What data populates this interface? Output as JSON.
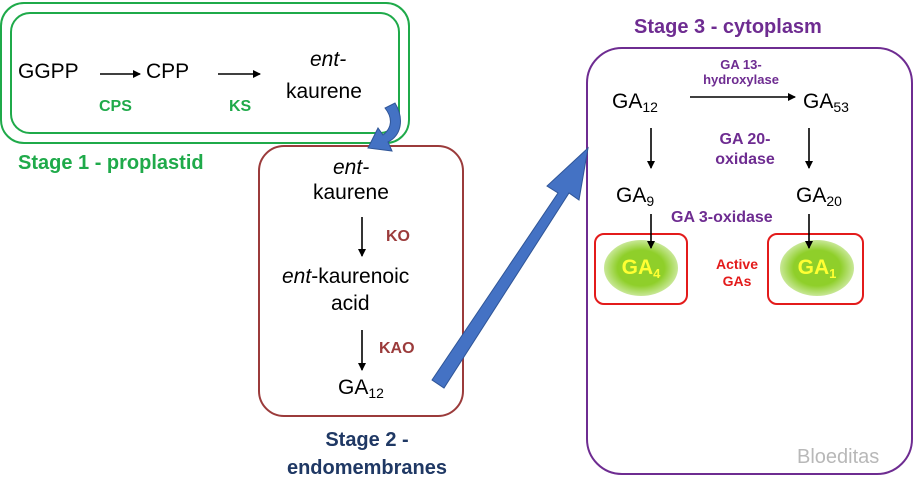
{
  "stage1": {
    "title": "Stage 1 - proplastid",
    "ggpp": "GGPP",
    "cpp": "CPP",
    "ent": "ent-",
    "kaurene": "kaurene",
    "enzyme_cps": "CPS",
    "enzyme_ks": "KS"
  },
  "stage2": {
    "title_line1": "Stage 2 -",
    "title_line2": "endomembranes",
    "ent": "ent-",
    "kaurene": "kaurene",
    "enzyme_ko": "KO",
    "kaurenoic_ent": "ent",
    "kaurenoic_rest": "-kaurenoic",
    "acid": "acid",
    "ga12_base": "GA",
    "ga12_sub": "12",
    "enzyme_kao": "KAO"
  },
  "stage3": {
    "title": "Stage 3 - cytoplasm",
    "ga12_base": "GA",
    "ga12_sub": "12",
    "ga53_base": "GA",
    "ga53_sub": "53",
    "ga9_base": "GA",
    "ga9_sub": "9",
    "ga20_base": "GA",
    "ga20_sub": "20",
    "ga4_base": "GA",
    "ga4_sub": "4",
    "ga1_base": "GA",
    "ga1_sub": "1",
    "enzyme_13_line1": "GA 13-",
    "enzyme_13_line2": "hydroxylase",
    "enzyme_20_line1": "GA 20-",
    "enzyme_20_line2": "oxidase",
    "enzyme_3ox": "GA 3-oxidase",
    "active_line1": "Active",
    "active_line2": "GAs"
  },
  "watermark": "Bloeditas",
  "colors": {
    "stage1": "#1faa4a",
    "stage2": "#9b3b3b",
    "stage3": "#6e2c91",
    "stage2_title": "#1f3864",
    "active": "#e31b1b",
    "transfer_arrow": "#4472c4",
    "ga_glow": "#8fcf2a"
  }
}
